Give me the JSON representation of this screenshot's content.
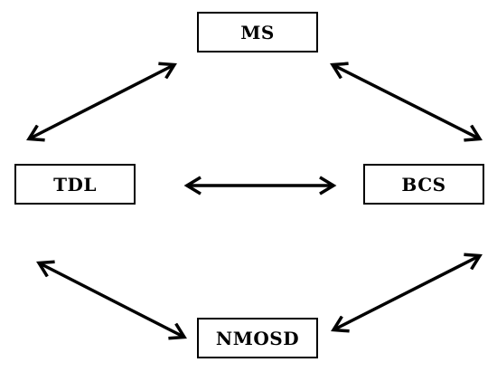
{
  "diagram": {
    "nodes": {
      "ms": "MS",
      "tdl": "TDL",
      "bcs": "BCS",
      "nmosd": "NMOSD"
    },
    "edges": [
      {
        "from": "MS",
        "to": "TDL",
        "type": "bidirectional"
      },
      {
        "from": "MS",
        "to": "BCS",
        "type": "bidirectional"
      },
      {
        "from": "TDL",
        "to": "BCS",
        "type": "bidirectional"
      },
      {
        "from": "TDL",
        "to": "NMOSD",
        "type": "bidirectional"
      },
      {
        "from": "BCS",
        "to": "NMOSD",
        "type": "bidirectional"
      }
    ],
    "colors": {
      "line": "#000000",
      "background": "#ffffff"
    }
  }
}
